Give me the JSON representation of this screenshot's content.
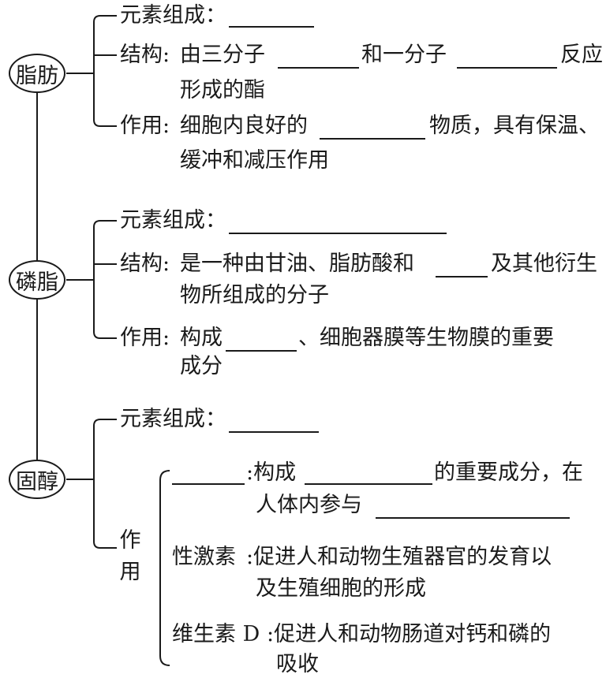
{
  "lipids": [
    {
      "name": "脂肪",
      "element_label": "元素组成：",
      "structure_label": "结构:",
      "structure_line1": [
        "由三分子",
        "和一分子",
        "反应"
      ],
      "structure_line2": "形成的酯",
      "function_label": "作用:",
      "function_line1": [
        "细胞内良好的",
        "物质，具有保温、"
      ],
      "function_line2": "缓冲和减压作用"
    },
    {
      "name": "磷脂",
      "element_label": "元素组成：",
      "structure_label": "结构:",
      "structure_line1": [
        "是一种由甘油、脂肪酸和",
        "及其他衍生"
      ],
      "structure_line2": "物所组成的分子",
      "function_label": "作用:",
      "function_line1": [
        "构成",
        "、细胞器膜等生物膜的重要"
      ],
      "function_line2": "成分"
    },
    {
      "name": "固醇",
      "element_label": "元素组成：",
      "function_label_chars": [
        "作",
        "用"
      ],
      "cholesterol": {
        "line1": [
          ":构成",
          "的重要成分，在"
        ],
        "line2": "人体内参与"
      },
      "sex_hormone": {
        "label": "性激素",
        "line1": ":促进人和动物生殖器官的发育以",
        "line2": "及生殖细胞的形成"
      },
      "vitamin_d": {
        "label": "维生素 D",
        "line1": ":促进人和动物肠道对钙和磷的",
        "line2": "吸收"
      }
    }
  ]
}
